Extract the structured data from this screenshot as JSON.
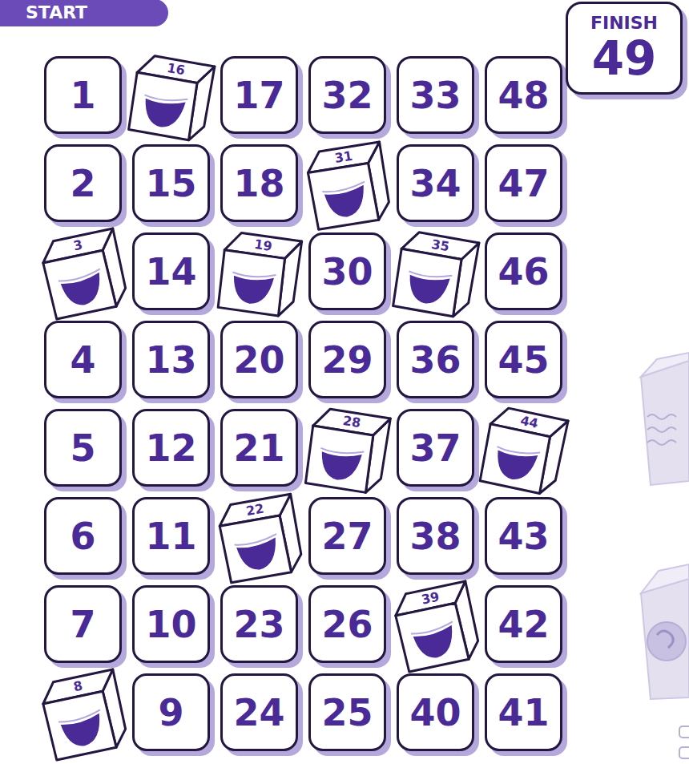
{
  "diagram": {
    "nodes": [
      {
        "text": [
          "START"
        ]
      },
      {
        "text": [
          "1"
        ]
      },
      {
        "text": [
          "16"
        ]
      },
      {
        "text": [
          "17"
        ]
      },
      {
        "text": [
          "32"
        ]
      },
      {
        "text": [
          "33"
        ]
      },
      {
        "text": [
          "48"
        ]
      },
      {
        "text": [
          "FINISH",
          "49"
        ]
      },
      {
        "text": [
          "2"
        ]
      },
      {
        "text": [
          "15"
        ]
      },
      {
        "text": [
          "18"
        ]
      },
      {
        "text": [
          "31"
        ]
      },
      {
        "text": [
          "34"
        ]
      },
      {
        "text": [
          "47"
        ]
      },
      {
        "text": [
          "3"
        ]
      },
      {
        "text": [
          "14"
        ]
      },
      {
        "text": [
          "19"
        ]
      },
      {
        "text": [
          "30"
        ]
      },
      {
        "text": [
          "35"
        ]
      },
      {
        "text": [
          "46"
        ]
      },
      {
        "text": [
          "4"
        ]
      },
      {
        "text": [
          "13"
        ]
      },
      {
        "text": [
          "20"
        ]
      },
      {
        "text": [
          "29"
        ]
      },
      {
        "text": [
          "36"
        ]
      },
      {
        "text": [
          "45"
        ]
      },
      {
        "text": [
          "5"
        ]
      },
      {
        "text": [
          "12"
        ]
      },
      {
        "text": [
          "21"
        ]
      },
      {
        "text": [
          "28"
        ]
      },
      {
        "text": [
          "37"
        ]
      },
      {
        "text": [
          "44"
        ]
      },
      {
        "text": [
          "6"
        ]
      },
      {
        "text": [
          "11"
        ]
      },
      {
        "text": [
          "22"
        ]
      },
      {
        "text": [
          "27"
        ]
      },
      {
        "text": [
          "38"
        ]
      },
      {
        "text": [
          "43"
        ]
      },
      {
        "text": [
          "7"
        ]
      },
      {
        "text": [
          "10"
        ]
      },
      {
        "text": [
          "23"
        ]
      },
      {
        "text": [
          "26"
        ]
      },
      {
        "text": [
          "39"
        ]
      },
      {
        "text": [
          "42"
        ]
      },
      {
        "text": [
          "8"
        ]
      },
      {
        "text": [
          "9"
        ]
      },
      {
        "text": [
          "24"
        ]
      },
      {
        "text": [
          "25"
        ]
      },
      {
        "text": [
          "40"
        ]
      },
      {
        "text": [
          "41"
        ]
      }
    ]
  }
}
